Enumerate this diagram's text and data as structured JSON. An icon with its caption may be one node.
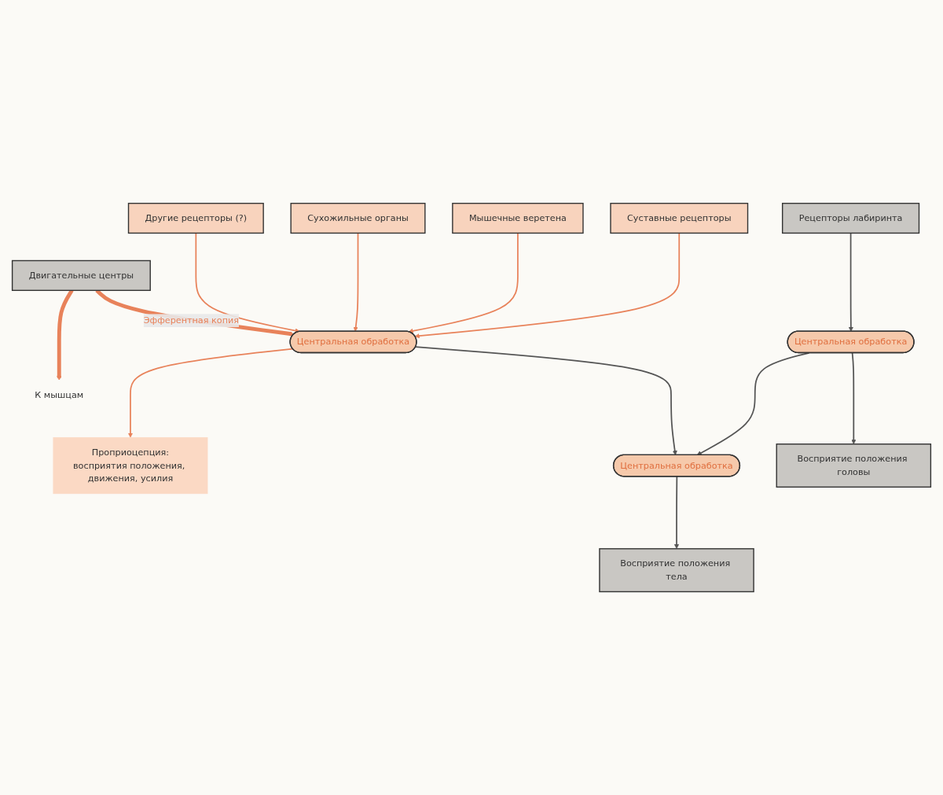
{
  "diagram": {
    "nodes": [
      {
        "text": [
          "Суставные рецепторы"
        ]
      },
      {
        "text": [
          "Мышечные веретена"
        ]
      },
      {
        "text": [
          "Сухожильные органы"
        ]
      },
      {
        "text": [
          "Другие рецепторы (?)"
        ]
      },
      {
        "text": [
          "Рецепторы лабиринта"
        ]
      },
      {
        "text": [
          "Двигательные центры"
        ]
      },
      {
        "text": [
          "Центральная обработка"
        ]
      },
      {
        "text": [
          "Центральная обработка"
        ]
      },
      {
        "text": [
          "Центральная обработка"
        ]
      },
      {
        "text": [
          "Восприятие положения головы"
        ]
      },
      {
        "text": [
          "Восприятие положения тела"
        ]
      },
      {
        "text": [
          "Проприоцепция:",
          "восприятия положения, движения, усилия"
        ]
      },
      {
        "text": [
          "К мышцам"
        ]
      }
    ],
    "edges": [
      {
        "from": 0,
        "to": 7,
        "arrow": "to"
      },
      {
        "from": 1,
        "to": 7,
        "arrow": "to"
      },
      {
        "from": 2,
        "to": 7,
        "arrow": "to"
      },
      {
        "from": 3,
        "to": 7,
        "arrow": "to"
      },
      {
        "from": 4,
        "to": 6,
        "arrow": "to",
        "color": "#555555"
      },
      {
        "from": 5,
        "to": 7,
        "arrow": "to",
        "label": "Эфферентная копия",
        "style": "thick"
      },
      {
        "from": 5,
        "to": 12,
        "arrow": "to",
        "style": "thick"
      },
      {
        "from": 6,
        "to": 9,
        "arrow": "to",
        "color": "#555555"
      },
      {
        "from": 6,
        "to": 8,
        "arrow": "to",
        "color": "#555555"
      },
      {
        "from": 7,
        "to": 8,
        "arrow": "to",
        "color": "#555555"
      },
      {
        "from": 8,
        "to": 10,
        "arrow": "to",
        "color": "#555555"
      },
      {
        "from": 7,
        "to": 11,
        "arrow": "to"
      }
    ]
  }
}
